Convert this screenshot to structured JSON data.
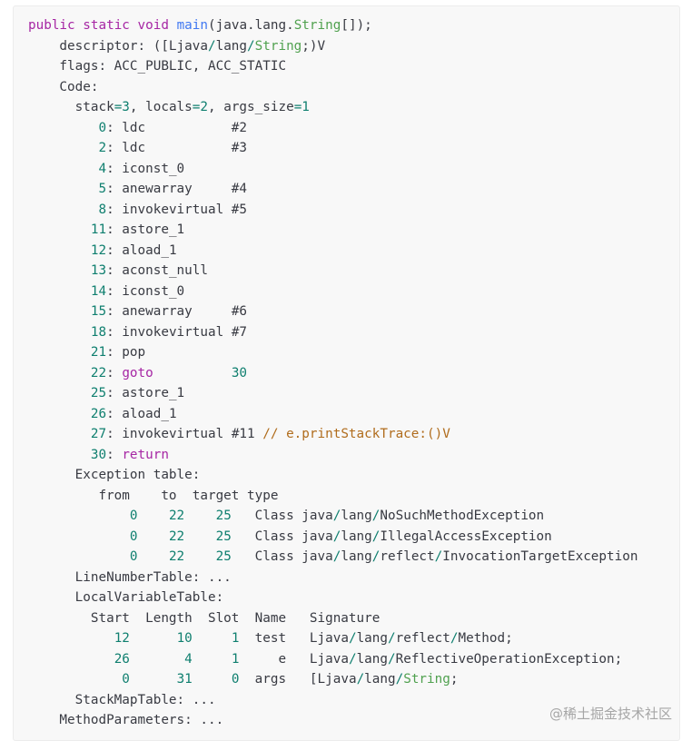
{
  "code": {
    "lines": [
      [
        [
          "public",
          "kw"
        ],
        [
          " ",
          "pl"
        ],
        [
          "static",
          "kw"
        ],
        [
          " ",
          "pl"
        ],
        [
          "void",
          "kw"
        ],
        [
          " ",
          "pl"
        ],
        [
          "main",
          "fn"
        ],
        [
          "(java.lang.",
          "pl"
        ],
        [
          "String",
          "ty"
        ],
        [
          "[]);",
          "pl"
        ]
      ],
      [
        [
          "    descriptor: ([Ljava",
          "pl"
        ],
        [
          "/",
          "op"
        ],
        [
          "lang",
          "pl"
        ],
        [
          "/",
          "op"
        ],
        [
          "String",
          "ty"
        ],
        [
          ";)V",
          "pl"
        ]
      ],
      [
        [
          "    flags: ACC_PUBLIC, ACC_STATIC",
          "pl"
        ]
      ],
      [
        [
          "    Code:",
          "pl"
        ]
      ],
      [
        [
          "      stack",
          "pl"
        ],
        [
          "=",
          "op"
        ],
        [
          "3",
          "num"
        ],
        [
          ", locals",
          "pl"
        ],
        [
          "=",
          "op"
        ],
        [
          "2",
          "num"
        ],
        [
          ", args_size",
          "pl"
        ],
        [
          "=",
          "op"
        ],
        [
          "1",
          "num"
        ]
      ],
      [
        [
          "         ",
          "pl"
        ],
        [
          "0",
          "num"
        ],
        [
          ": ldc           #2",
          "pl"
        ]
      ],
      [
        [
          "         ",
          "pl"
        ],
        [
          "2",
          "num"
        ],
        [
          ": ldc           #3",
          "pl"
        ]
      ],
      [
        [
          "         ",
          "pl"
        ],
        [
          "4",
          "num"
        ],
        [
          ": iconst_0",
          "pl"
        ]
      ],
      [
        [
          "         ",
          "pl"
        ],
        [
          "5",
          "num"
        ],
        [
          ": anewarray     #4",
          "pl"
        ]
      ],
      [
        [
          "         ",
          "pl"
        ],
        [
          "8",
          "num"
        ],
        [
          ": invokevirtual #5",
          "pl"
        ]
      ],
      [
        [
          "        ",
          "pl"
        ],
        [
          "11",
          "num"
        ],
        [
          ": astore_1",
          "pl"
        ]
      ],
      [
        [
          "        ",
          "pl"
        ],
        [
          "12",
          "num"
        ],
        [
          ": aload_1",
          "pl"
        ]
      ],
      [
        [
          "        ",
          "pl"
        ],
        [
          "13",
          "num"
        ],
        [
          ": aconst_null",
          "pl"
        ]
      ],
      [
        [
          "        ",
          "pl"
        ],
        [
          "14",
          "num"
        ],
        [
          ": iconst_0",
          "pl"
        ]
      ],
      [
        [
          "        ",
          "pl"
        ],
        [
          "15",
          "num"
        ],
        [
          ": anewarray     #6",
          "pl"
        ]
      ],
      [
        [
          "        ",
          "pl"
        ],
        [
          "18",
          "num"
        ],
        [
          ": invokevirtual #7",
          "pl"
        ]
      ],
      [
        [
          "        ",
          "pl"
        ],
        [
          "21",
          "num"
        ],
        [
          ": pop",
          "pl"
        ]
      ],
      [
        [
          "        ",
          "pl"
        ],
        [
          "22",
          "num"
        ],
        [
          ": ",
          "pl"
        ],
        [
          "goto",
          "kw"
        ],
        [
          "          ",
          "pl"
        ],
        [
          "30",
          "num"
        ]
      ],
      [
        [
          "        ",
          "pl"
        ],
        [
          "25",
          "num"
        ],
        [
          ": astore_1",
          "pl"
        ]
      ],
      [
        [
          "        ",
          "pl"
        ],
        [
          "26",
          "num"
        ],
        [
          ": aload_1",
          "pl"
        ]
      ],
      [
        [
          "        ",
          "pl"
        ],
        [
          "27",
          "num"
        ],
        [
          ": invokevirtual #11 ",
          "pl"
        ],
        [
          "// e.printStackTrace:()V",
          "cm"
        ]
      ],
      [
        [
          "        ",
          "pl"
        ],
        [
          "30",
          "num"
        ],
        [
          ": ",
          "pl"
        ],
        [
          "return",
          "kw"
        ]
      ],
      [
        [
          "      Exception table:",
          "pl"
        ]
      ],
      [
        [
          "         from    to  target type",
          "pl"
        ]
      ],
      [
        [
          "             ",
          "pl"
        ],
        [
          "0",
          "num"
        ],
        [
          "    ",
          "pl"
        ],
        [
          "22",
          "num"
        ],
        [
          "    ",
          "pl"
        ],
        [
          "25",
          "num"
        ],
        [
          "   Class java",
          "pl"
        ],
        [
          "/",
          "op"
        ],
        [
          "lang",
          "pl"
        ],
        [
          "/",
          "op"
        ],
        [
          "NoSuchMethodException",
          "pl"
        ]
      ],
      [
        [
          "             ",
          "pl"
        ],
        [
          "0",
          "num"
        ],
        [
          "    ",
          "pl"
        ],
        [
          "22",
          "num"
        ],
        [
          "    ",
          "pl"
        ],
        [
          "25",
          "num"
        ],
        [
          "   Class java",
          "pl"
        ],
        [
          "/",
          "op"
        ],
        [
          "lang",
          "pl"
        ],
        [
          "/",
          "op"
        ],
        [
          "IllegalAccessException",
          "pl"
        ]
      ],
      [
        [
          "             ",
          "pl"
        ],
        [
          "0",
          "num"
        ],
        [
          "    ",
          "pl"
        ],
        [
          "22",
          "num"
        ],
        [
          "    ",
          "pl"
        ],
        [
          "25",
          "num"
        ],
        [
          "   Class java",
          "pl"
        ],
        [
          "/",
          "op"
        ],
        [
          "lang",
          "pl"
        ],
        [
          "/",
          "op"
        ],
        [
          "reflect",
          "pl"
        ],
        [
          "/",
          "op"
        ],
        [
          "InvocationTargetException",
          "pl"
        ]
      ],
      [
        [
          "      LineNumberTable: ...",
          "pl"
        ]
      ],
      [
        [
          "      LocalVariableTable:",
          "pl"
        ]
      ],
      [
        [
          "        Start  Length  Slot  Name   Signature",
          "pl"
        ]
      ],
      [
        [
          "           ",
          "pl"
        ],
        [
          "12",
          "num"
        ],
        [
          "      ",
          "pl"
        ],
        [
          "10",
          "num"
        ],
        [
          "     ",
          "pl"
        ],
        [
          "1",
          "num"
        ],
        [
          "  test   Ljava",
          "pl"
        ],
        [
          "/",
          "op"
        ],
        [
          "lang",
          "pl"
        ],
        [
          "/",
          "op"
        ],
        [
          "reflect",
          "pl"
        ],
        [
          "/",
          "op"
        ],
        [
          "Method;",
          "pl"
        ]
      ],
      [
        [
          "           ",
          "pl"
        ],
        [
          "26",
          "num"
        ],
        [
          "       ",
          "pl"
        ],
        [
          "4",
          "num"
        ],
        [
          "     ",
          "pl"
        ],
        [
          "1",
          "num"
        ],
        [
          "     e   Ljava",
          "pl"
        ],
        [
          "/",
          "op"
        ],
        [
          "lang",
          "pl"
        ],
        [
          "/",
          "op"
        ],
        [
          "ReflectiveOperationException;",
          "pl"
        ]
      ],
      [
        [
          "            ",
          "pl"
        ],
        [
          "0",
          "num"
        ],
        [
          "      ",
          "pl"
        ],
        [
          "31",
          "num"
        ],
        [
          "     ",
          "pl"
        ],
        [
          "0",
          "num"
        ],
        [
          "  args   [Ljava",
          "pl"
        ],
        [
          "/",
          "op"
        ],
        [
          "lang",
          "pl"
        ],
        [
          "/",
          "op"
        ],
        [
          "String",
          "ty"
        ],
        [
          ";",
          "pl"
        ]
      ],
      [
        [
          "      StackMapTable: ...",
          "pl"
        ]
      ],
      [
        [
          "    MethodParameters: ...",
          "pl"
        ]
      ]
    ]
  },
  "watermark": "@稀土掘金技术社区",
  "colors": {
    "keyword": "#a626a4",
    "type": "#50a14f",
    "function": "#4078f2",
    "number": "#0f7f6f",
    "comment": "#b06c1c",
    "text": "#383a42",
    "background": "#f8f8f8"
  }
}
